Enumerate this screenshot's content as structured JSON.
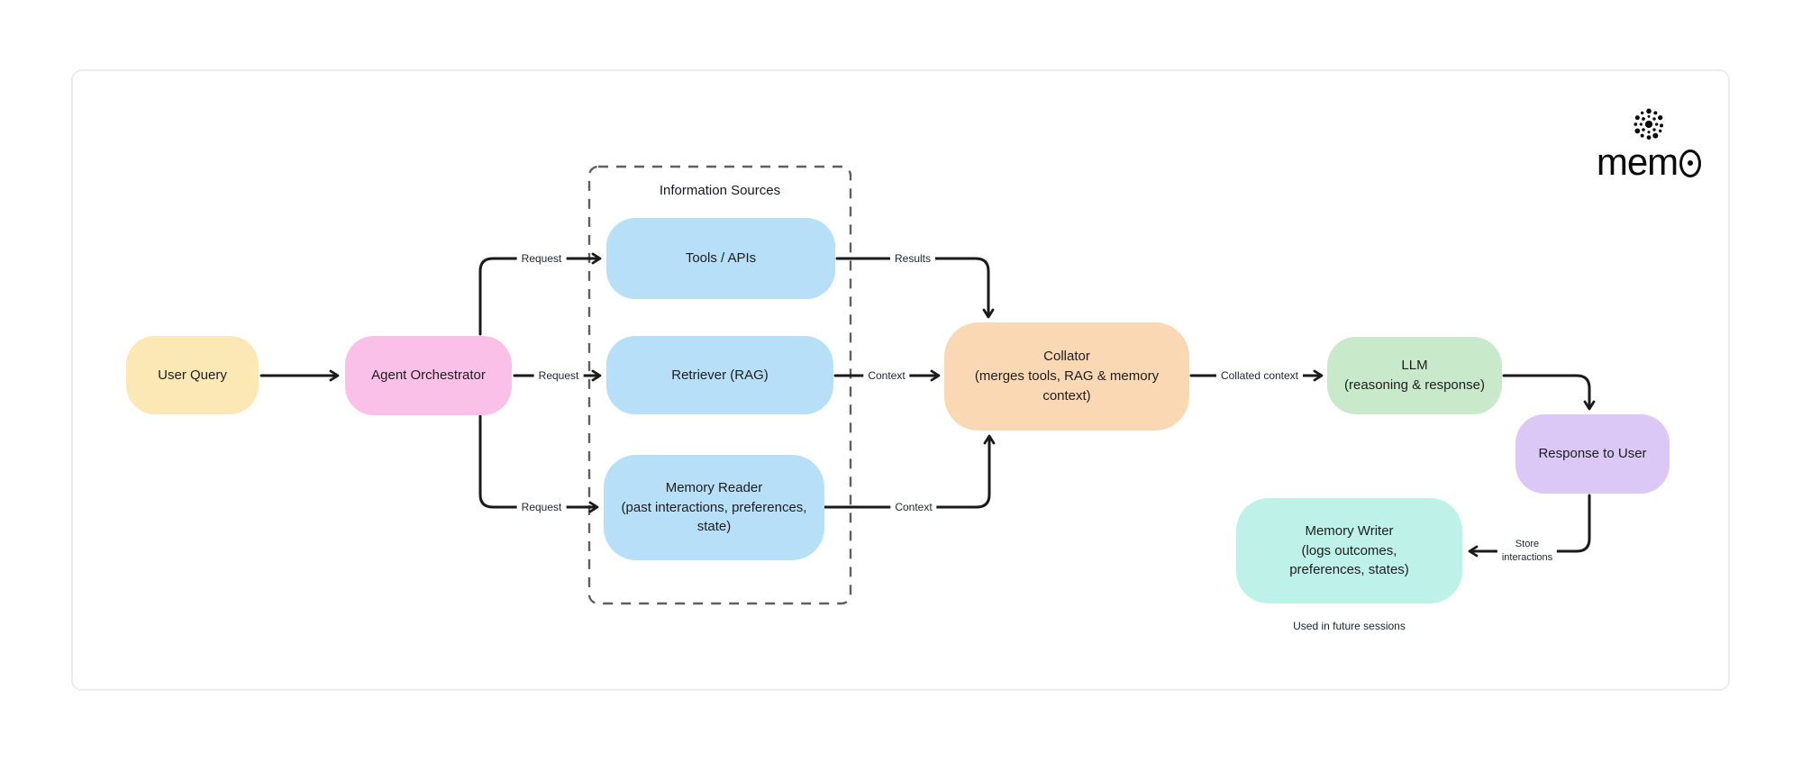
{
  "logo": {
    "text": "mem0",
    "prefix": "mem",
    "icon": "dot-cluster-icon",
    "color": "#0b0b0b"
  },
  "diagram": {
    "group": {
      "title": "Information Sources"
    },
    "nodes": [
      {
        "id": "user-query",
        "label": "User Query",
        "color": "#fce8b4"
      },
      {
        "id": "agent-orchestrator",
        "label": "Agent Orchestrator",
        "color": "#fac0e8"
      },
      {
        "id": "tools-apis",
        "label": "Tools / APIs",
        "color": "#b7dff8"
      },
      {
        "id": "retriever-rag",
        "label": "Retriever (RAG)",
        "color": "#b7dff8"
      },
      {
        "id": "memory-reader",
        "label": "Memory Reader\n(past interactions, preferences,\nstate)",
        "color": "#b7dff8"
      },
      {
        "id": "collator",
        "label": "Collator\n(merges tools, RAG & memory\ncontext)",
        "color": "#fad8b4"
      },
      {
        "id": "llm",
        "label": "LLM\n(reasoning & response)",
        "color": "#c8eaca"
      },
      {
        "id": "response-to-user",
        "label": "Response to User",
        "color": "#dbc8f6"
      },
      {
        "id": "memory-writer",
        "label": "Memory Writer\n(logs outcomes,\npreferences, states)",
        "color": "#bef2e9"
      }
    ],
    "edge_labels": {
      "request_top": "Request",
      "request_mid": "Request",
      "request_bottom": "Request",
      "results": "Results",
      "context_rag": "Context",
      "context_memory": "Context",
      "collated_context": "Collated context",
      "store_interactions": "Store\ninteractions"
    },
    "caption": "Used in future sessions",
    "line_color": "#1a1a1a",
    "dash_color": "#5f5f5f"
  }
}
